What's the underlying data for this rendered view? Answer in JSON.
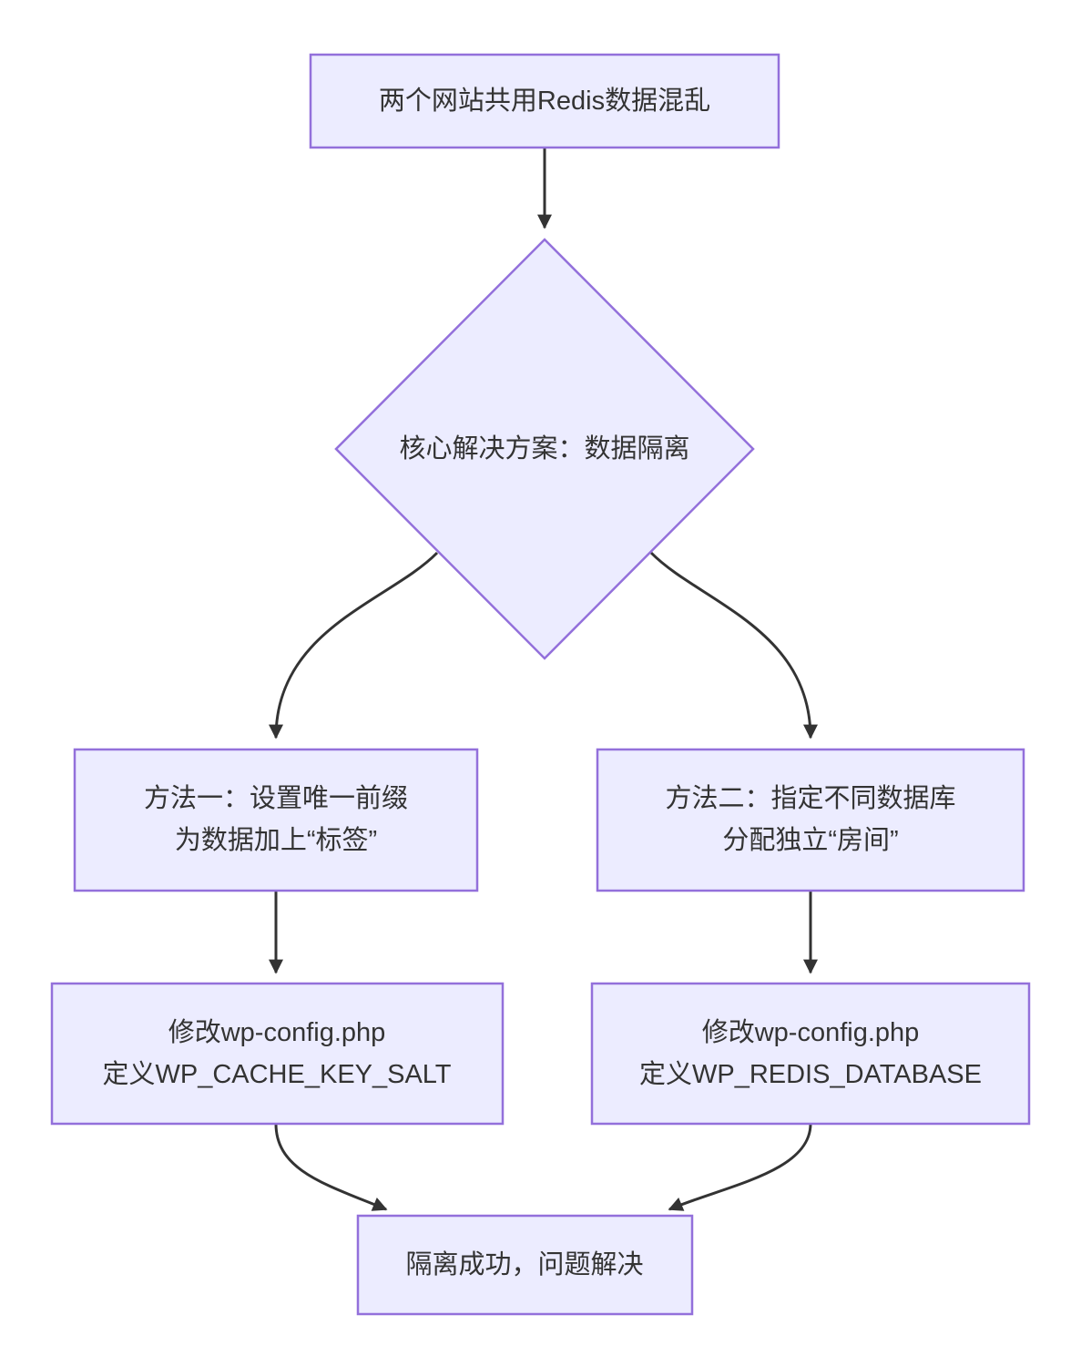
{
  "diagram": {
    "type": "flowchart",
    "direction": "top-down",
    "theme": {
      "page_bg": "#ffffff",
      "node_fill": "#ECECFF",
      "node_border": "#9370DB",
      "edge_color": "#333333",
      "text_color": "#333333"
    },
    "nodes": {
      "problem": {
        "shape": "rectangle",
        "label": "两个网站共用Redis数据混乱"
      },
      "decision": {
        "shape": "diamond",
        "label": "核心解决方案：数据隔离"
      },
      "method1": {
        "shape": "rectangle",
        "line1": "方法一：设置唯一前缀",
        "line2": "为数据加上“标签”"
      },
      "method2": {
        "shape": "rectangle",
        "line1": "方法二：指定不同数据库",
        "line2": "分配独立“房间”"
      },
      "config1": {
        "shape": "rectangle",
        "line1": "修改wp-config.php",
        "line2": "定义WP_CACHE_KEY_SALT"
      },
      "config2": {
        "shape": "rectangle",
        "line1": "修改wp-config.php",
        "line2": "定义WP_REDIS_DATABASE"
      },
      "result": {
        "shape": "rectangle",
        "label": "隔离成功，问题解决"
      }
    },
    "edges": [
      {
        "from": "problem",
        "to": "decision",
        "label": ""
      },
      {
        "from": "decision",
        "to": "method1",
        "label": ""
      },
      {
        "from": "decision",
        "to": "method2",
        "label": ""
      },
      {
        "from": "method1",
        "to": "config1",
        "label": ""
      },
      {
        "from": "method2",
        "to": "config2",
        "label": ""
      },
      {
        "from": "config1",
        "to": "result",
        "label": ""
      },
      {
        "from": "config2",
        "to": "result",
        "label": ""
      }
    ]
  }
}
